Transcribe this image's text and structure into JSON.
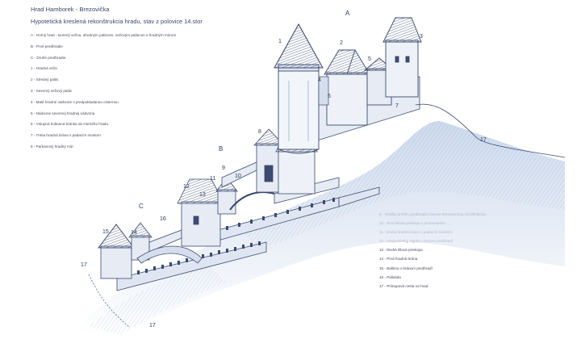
{
  "header": {
    "title": "Hrad Hamborek - Brezovička",
    "subtitle": "Hypotetická kreslená rekonštrukcia hradu, stav z polovice 14.stor"
  },
  "legend_left": [
    "A - Horný hrad - tvorený vežou, stredným palácom, vežovým palácom a hradným múrom",
    "B - Prvé predhradie",
    "C - Druhé predhradie",
    "1 - Hradná veža",
    "2 - Stredný palác",
    "3 - Severný vežový palác",
    "4 - Malé hradné nádvorie s predpokladanou cisternou",
    "5 - Nádvorie severnej hradnej nádvoria",
    "6 - Vstupná hultanná bránka do Horného hradu",
    "7 - Tretia hradná brána s padacím mostom",
    "8 - Parkanový hradný múr"
  ],
  "legend_right": [
    "9 - Hradby prvého predhradia tvorené drevozemnou konštrukciou",
    "10 - Prvá lišová priekopa s promostenim",
    "11 - Druhá hradná brána s padacím mostom",
    "12 - Hospodárský objekt v druhom predhradí",
    "13 - Druhá lišová priekopa",
    "14 - Prvá hradná brána",
    "15 - Baština v bránom predhradí",
    "16 - Palisáda",
    "17 - Prístupová cesta na hrad"
  ],
  "callouts": {
    "A": "A",
    "B": "B",
    "C": "C",
    "n1": "1",
    "n2": "2",
    "n3": "3",
    "n4": "4",
    "n5": "5",
    "n6": "6",
    "n7": "7",
    "n8": "8",
    "n9": "9",
    "n10": "10",
    "n11": "11",
    "n12": "12",
    "n13": "13",
    "n14": "14",
    "n15": "15",
    "n16": "16",
    "n17a": "17",
    "n17b": "17",
    "n17c": "17"
  },
  "colors": {
    "ink": "#3b4a6e",
    "roof": "#5a6a8e",
    "wall": "#e6ebf4",
    "hill": "#c8d6ea"
  }
}
